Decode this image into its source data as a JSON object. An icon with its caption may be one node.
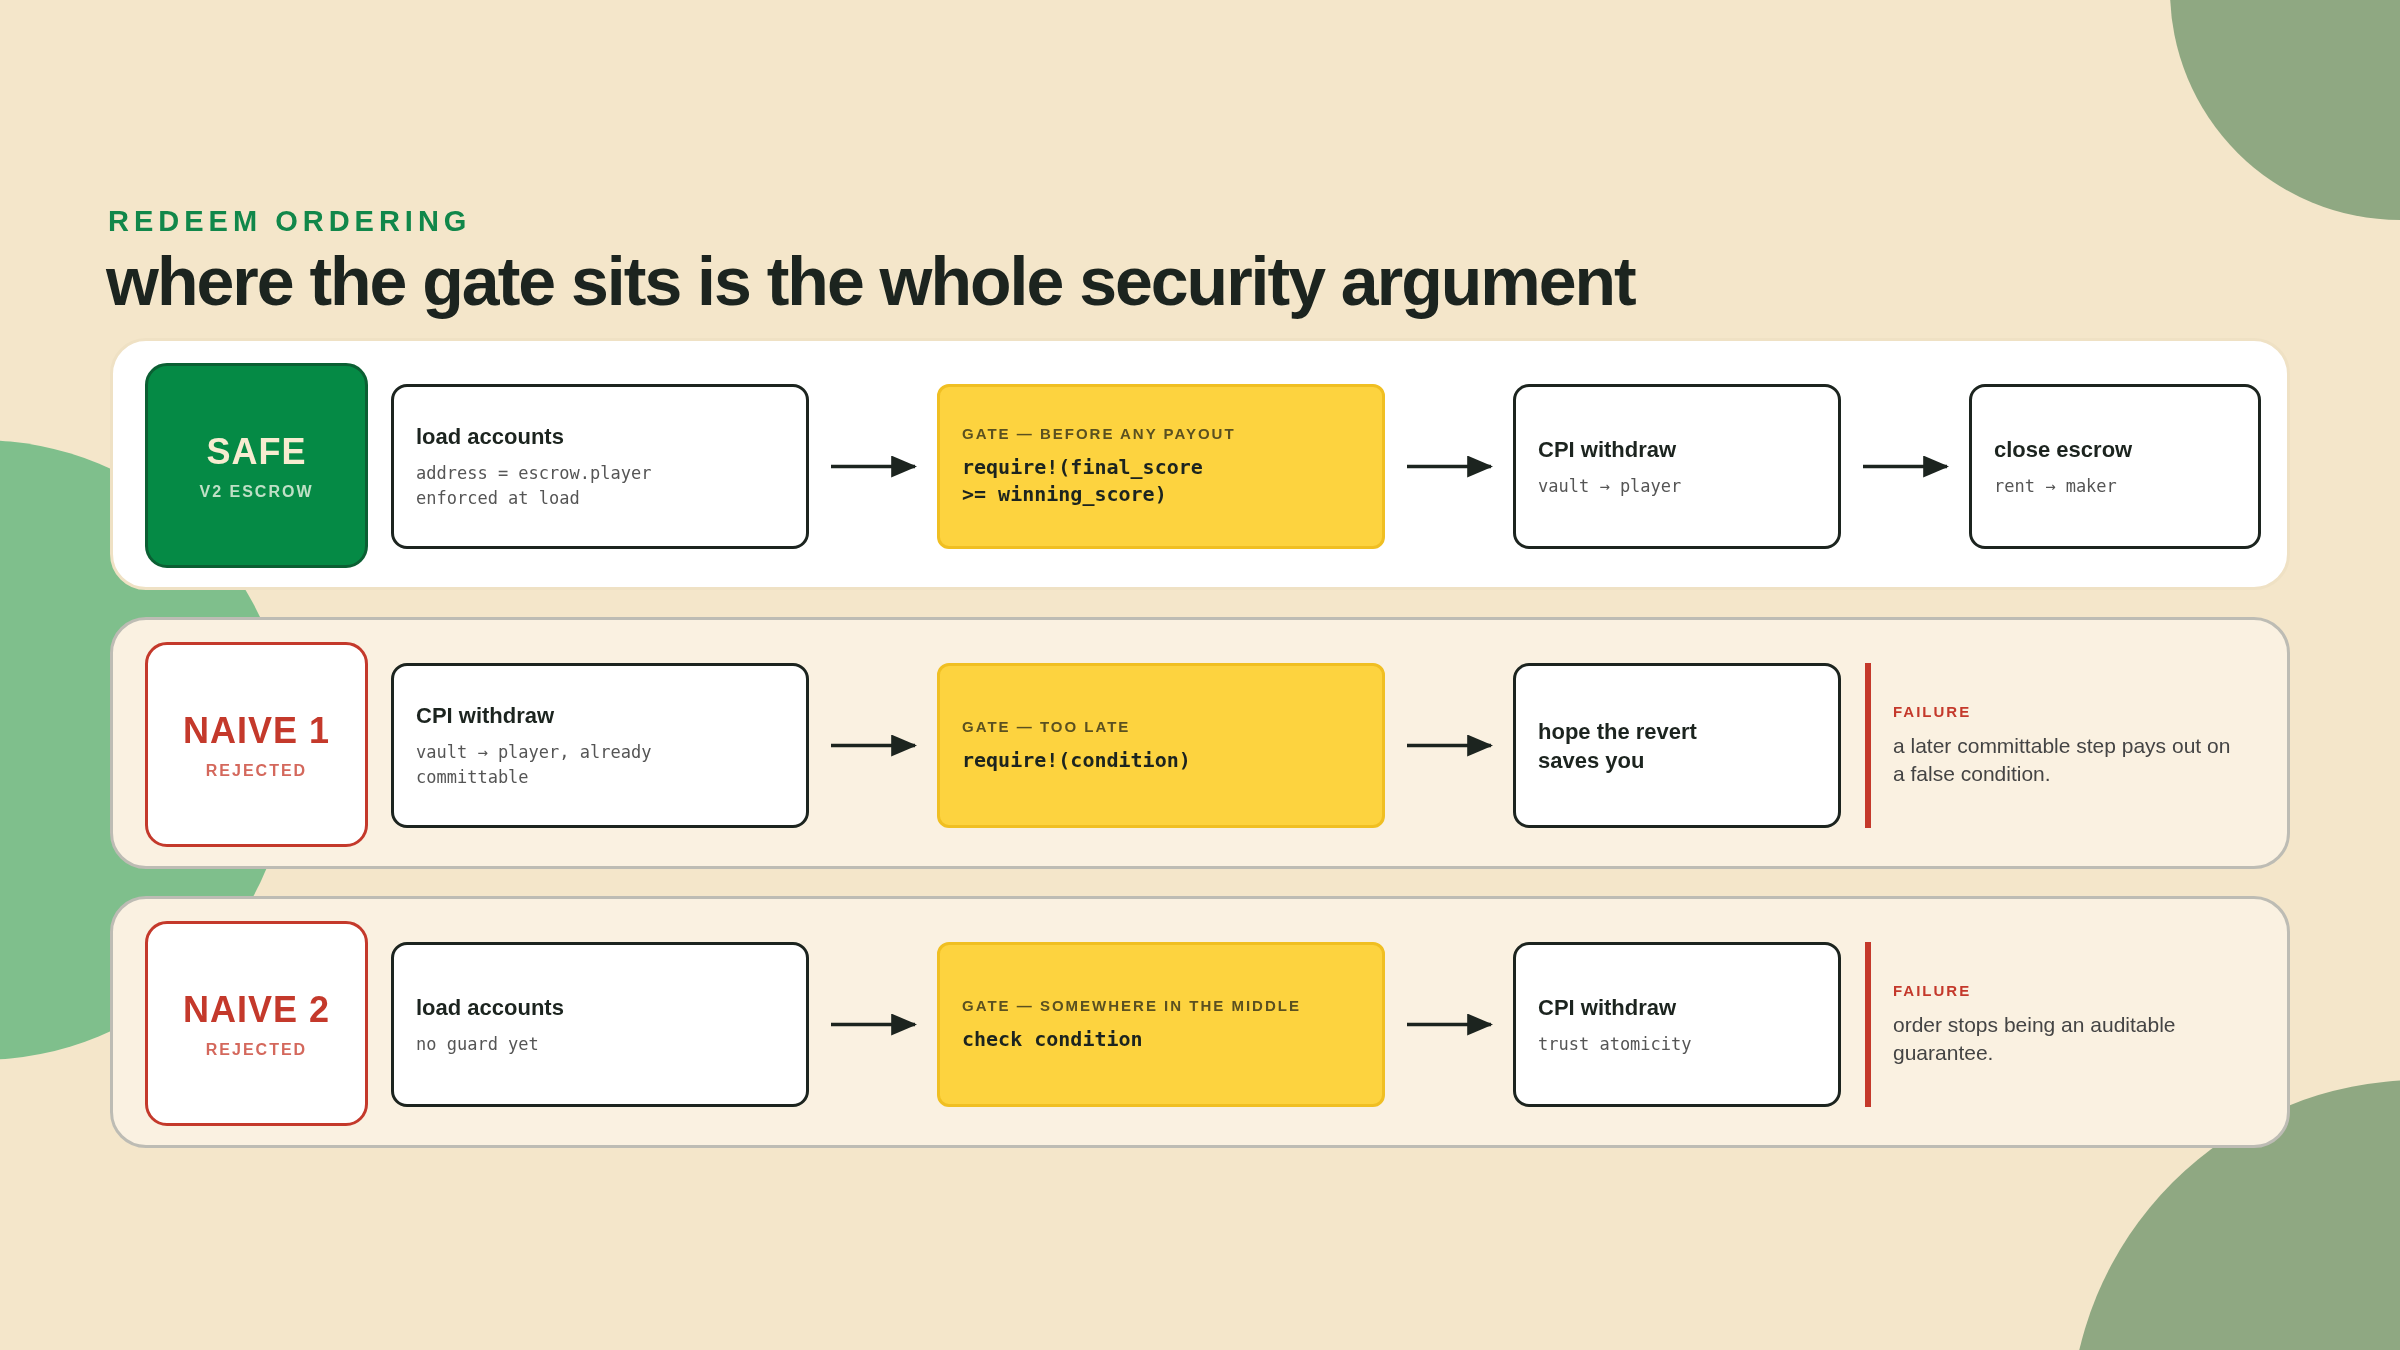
{
  "diagram": {
    "title": "where the gate sits is the whole security argument",
    "nodes": [
      {
        "text": [],
        "shape": "box"
      },
      {
        "text": [
          "SAFE",
          "V2 ESCROW"
        ],
        "in": 0
      },
      {
        "text": [
          "load accounts",
          "address = escrow.player enforced at load"
        ],
        "in": 0
      },
      {
        "text": [
          "GATE — BEFORE ANY PAYOUT",
          "require!(final_score >= winning_score)"
        ],
        "in": 0
      },
      {
        "text": [
          "CPI withdraw",
          "vault → player"
        ],
        "in": 0
      },
      {
        "text": [
          "close escrow",
          "rent → maker"
        ],
        "in": 0
      },
      {
        "text": [],
        "shape": "box"
      },
      {
        "text": [
          "NAIVE 1",
          "REJECTED"
        ],
        "in": 6
      },
      {
        "text": [
          "CPI withdraw",
          "vault → player, already committable"
        ],
        "in": 6
      },
      {
        "text": [
          "GATE — TOO LATE",
          "require!(condition)"
        ],
        "in": 6
      },
      {
        "text": [
          "hope the revert saves you"
        ],
        "in": 6
      },
      {
        "text": [
          "FAILURE",
          "a later committable step pays out on a false condition."
        ],
        "in": 6
      },
      {
        "text": [],
        "shape": "box"
      },
      {
        "text": [
          "NAIVE 2",
          "REJECTED"
        ],
        "in": 12
      },
      {
        "text": [
          "load accounts",
          "no guard yet"
        ],
        "in": 12
      },
      {
        "text": [
          "GATE — SOMEWHERE IN THE MIDDLE",
          "check condition"
        ],
        "in": 12
      },
      {
        "text": [
          "CPI withdraw",
          "trust atomicity"
        ],
        "in": 12
      },
      {
        "text": [
          "FAILURE",
          "order stops being an auditable guarantee."
        ],
        "in": 12
      }
    ],
    "edges": [
      {
        "from": 2,
        "to": 3,
        "arrow": "to"
      },
      {
        "from": 3,
        "to": 4,
        "arrow": "to"
      },
      {
        "from": 4,
        "to": 5,
        "arrow": "to"
      },
      {
        "from": 8,
        "to": 9,
        "arrow": "to"
      },
      {
        "from": 9,
        "to": 10,
        "arrow": "to"
      },
      {
        "from": 14,
        "to": 15,
        "arrow": "to"
      },
      {
        "from": 15,
        "to": 16,
        "arrow": "to"
      }
    ],
    "labels": [
      "REDEEM ORDERING"
    ]
  }
}
